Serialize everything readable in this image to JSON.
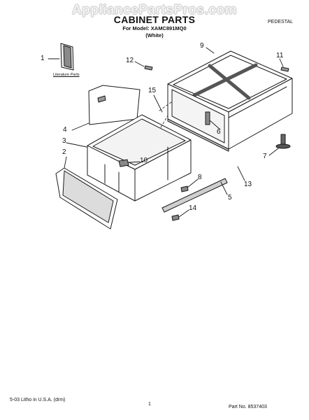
{
  "watermark": "AppliancePartsPros.com",
  "header": {
    "title": "CABINET PARTS",
    "model_line": "For Model: XAMC891MQ0",
    "color_line": "(White)",
    "section": "PEDESTAL"
  },
  "labels": {
    "literature": "Literature Parts"
  },
  "callouts": [
    "1",
    "2",
    "3",
    "4",
    "5",
    "6",
    "7",
    "8",
    "9",
    "10",
    "11",
    "12",
    "13",
    "14",
    "15"
  ],
  "footer": {
    "print_info": "5-03 Litho in U.S.A. (drm)",
    "page_number": "1",
    "part_number": "Part No. 8537403"
  }
}
